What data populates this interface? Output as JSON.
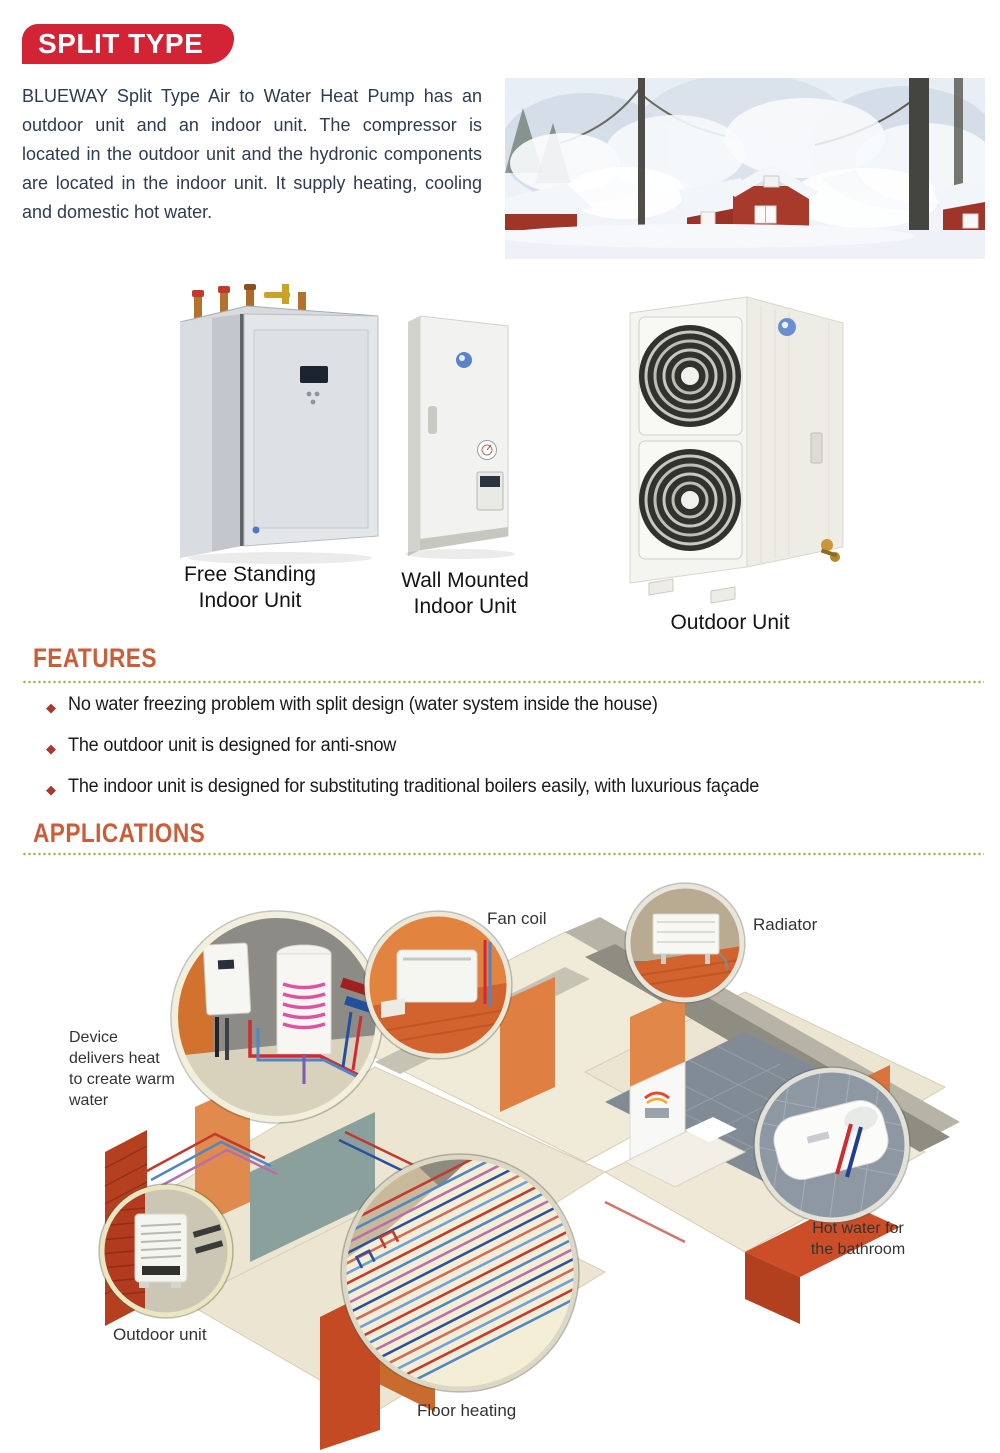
{
  "header": {
    "badge": "SPLIT TYPE",
    "intro": "BLUEWAY Split Type  Air to Water Heat Pump has an outdoor unit and an indoor unit. The compressor is located in the outdoor unit and the hydronic components are located in the indoor unit. It supply heating, cooling and domestic hot water."
  },
  "products": {
    "free_standing_caption": "Free Standing\nIndoor Unit",
    "wall_mounted_caption": "Wall Mounted\nIndoor Unit",
    "outdoor_caption": "Outdoor Unit"
  },
  "features": {
    "title": "FEATURES",
    "items": [
      "No water freezing problem with split design (water system inside the house)",
      "The outdoor unit is designed for anti-snow",
      "The indoor unit is designed for substituting traditional boilers easily, with luxurious façade"
    ]
  },
  "applications": {
    "title": "APPLICATIONS",
    "labels": {
      "fan_coil": "Fan coil",
      "radiator": "Radiator",
      "device": "Device\ndelivers heat\nto create warm\nwater",
      "hot_water": "Hot water for\nthe bathroom",
      "outdoor_unit": "Outdoor unit",
      "floor_heating": "Floor heating"
    }
  },
  "colors": {
    "badge_red": "#d22434",
    "section_orange": "#cb5e38",
    "dotted_rule_olive": "#aeb052",
    "intro_navy": "#2f3b51",
    "bullet_diamond_red": "#a63a2e"
  }
}
